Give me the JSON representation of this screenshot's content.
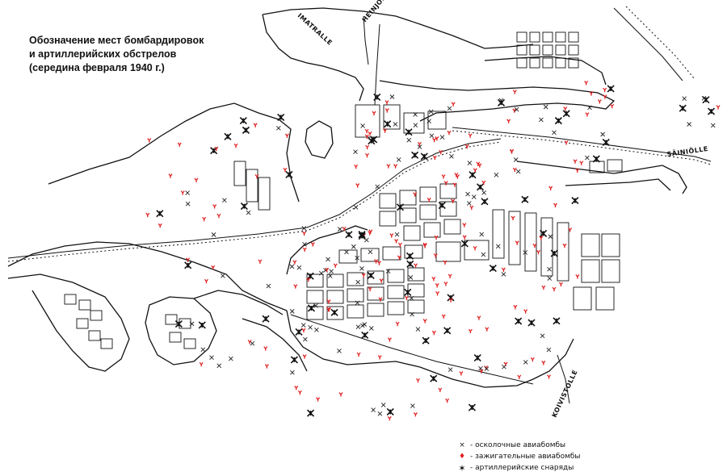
{
  "map_title": {
    "line1": "Обозначение мест бомбардировок",
    "line2": "и артиллерийских обстрелов",
    "line3": "(середина февраля 1940 г.)"
  },
  "street_labels": {
    "imatralle": "IMATRALLE",
    "heinjoelle": "HEINJOELLE",
    "sainiolle": "SÄINIÖLLE",
    "koivistolle": "KOIVISTOLLE"
  },
  "legend": {
    "fragmentation": {
      "symbol": "×",
      "label": "- осколочные авиабомбы"
    },
    "incendiary": {
      "symbol": "♦",
      "label": "- зажигательные авиабомбы"
    },
    "artillery": {
      "symbol": "✶",
      "label": "- артиллерийские снаряды"
    }
  },
  "colors": {
    "land_lines": "#111111",
    "incendiary": "#e02020",
    "fragmentation": "#222222",
    "artillery": "#111111"
  }
}
